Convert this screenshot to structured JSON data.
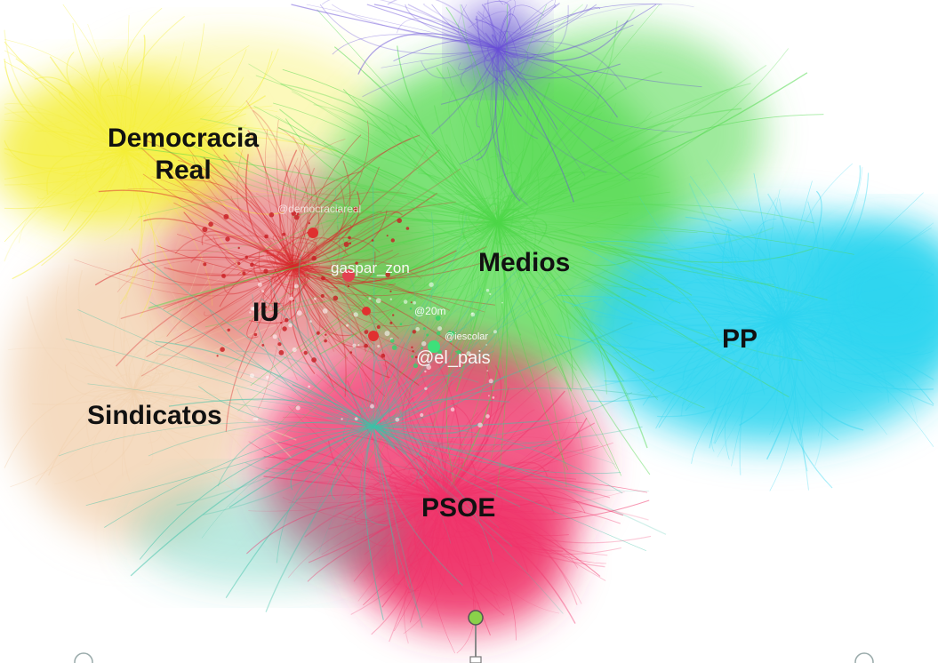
{
  "clusters": {
    "democracia_real": "Democracia\nReal",
    "medios": "Medios",
    "iu": "IU",
    "pp": "PP",
    "sindicatos": "Sindicatos",
    "psoe": "PSOE"
  },
  "node_labels": {
    "el_pais": "@el_pais",
    "gaspar": "gaspar_zon",
    "n_20m": "@20m",
    "escolar": "@iescolar",
    "democracia_real_ya": "@democraciareal"
  },
  "colors": {
    "democracia_real": "#f5ef3a",
    "sindicatos": "#f2d2b0",
    "iu": "#d8282c",
    "medios": "#4fd84a",
    "pp": "#2fd5f0",
    "psoe": "#f0336a",
    "top_cluster": "#6a4fd8",
    "teal_edges": "#3fc2a8"
  },
  "icons": {
    "bottom_handle": "slider-handle-icon",
    "left_zoom": "zoom-out-icon",
    "right_zoom": "zoom-in-icon"
  }
}
